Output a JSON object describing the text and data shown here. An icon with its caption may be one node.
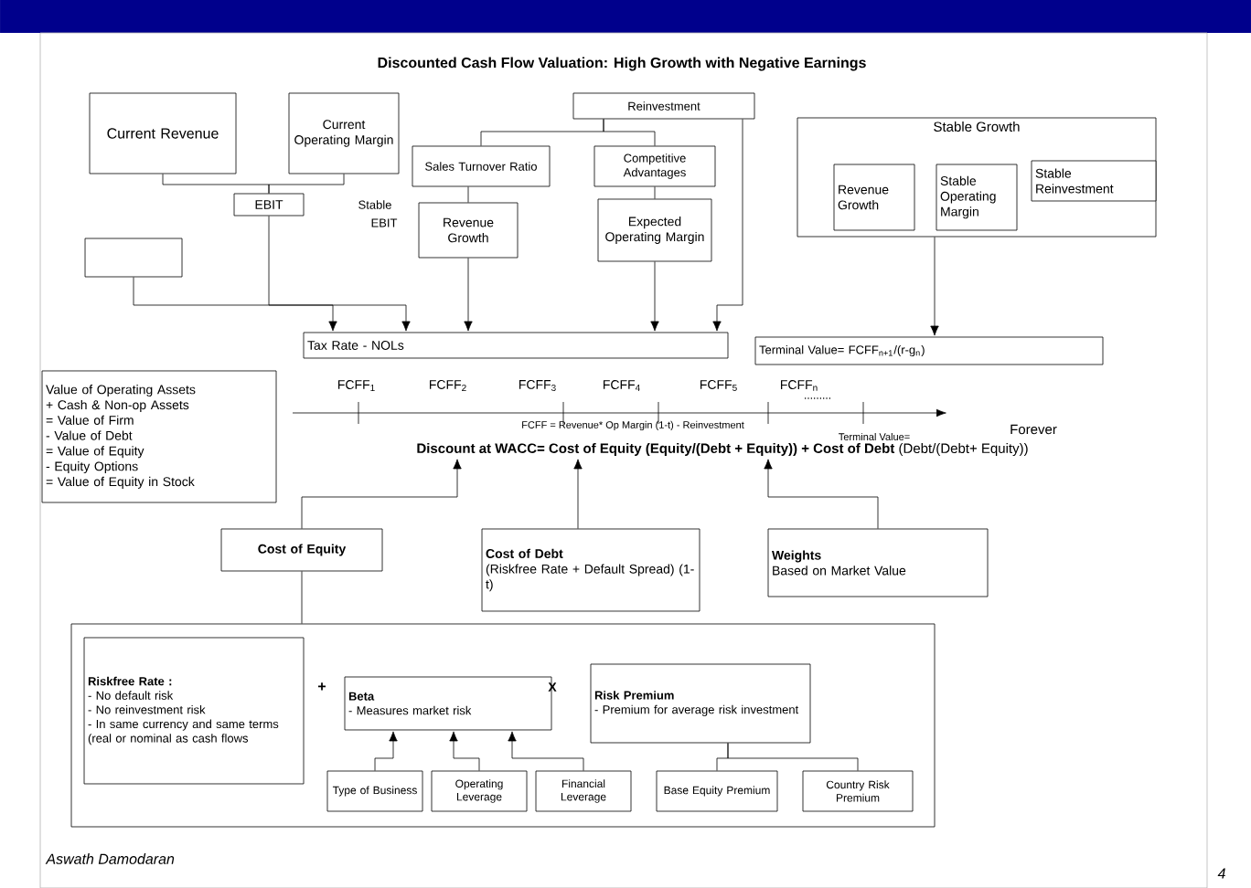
{
  "diagram": {
    "title": "Discounted Cash Flow Valuation: High Growth with Negative Earnings",
    "nodes": [
      {
        "text": [
          "Current Revenue"
        ]
      },
      {
        "text": [
          "Current Operating Margin"
        ]
      },
      {
        "text": [
          "Reinvestment"
        ]
      },
      {
        "text": [
          "Sales Turnover Ratio"
        ]
      },
      {
        "text": [
          "Competitive Advantages"
        ]
      },
      {
        "text": [
          "EBIT"
        ]
      },
      {
        "text": [
          "Revenue Growth"
        ]
      },
      {
        "text": [
          "Expected Operating Margin"
        ]
      },
      {
        "text": [],
        "shape": "box"
      },
      {
        "text": [
          "Stable Growth"
        ]
      },
      {
        "text": [
          "Revenue Growth"
        ],
        "in": 9
      },
      {
        "text": [
          "Stable Operating Margin"
        ],
        "in": 9
      },
      {
        "text": [
          "Stable Reinvestment"
        ],
        "in": 9
      },
      {
        "text": [
          "Tax Rate - NOLs"
        ]
      },
      {
        "text": [
          "Terminal Value= FCFF$_{n+1}$/(r-g$_{n}$)"
        ]
      },
      {
        "text": [
          "Value of Operating Assets",
          "+ Cash & Non-op Assets",
          "= Value of Firm",
          "- Value of Debt",
          "= Value of Equity",
          "- Equity Options",
          "= Value of Equity in Stock"
        ]
      },
      {
        "text": [
          "**Discount at WACC= Cost of Equity (Equity/(Debt + Equity)) + Cost of Debt** (Debt/(Debt+ Equity))"
        ]
      },
      {
        "text": [
          "Cost of Equity"
        ]
      },
      {
        "text": [
          "Cost of Debt",
          "(Riskfree Rate + Default Spread) (1-t)"
        ]
      },
      {
        "text": [
          "Weights",
          "Based on Market Value"
        ]
      },
      {
        "text": [],
        "shape": "box"
      },
      {
        "text": [
          "Riskfree Rate :",
          "- No default risk",
          "- No reinvestment risk",
          "- In same currency and same terms (real or nominal as cash flows"
        ],
        "in": 20
      },
      {
        "text": [
          "Beta",
          "- Measures market risk"
        ],
        "in": 20
      },
      {
        "text": [
          "Risk Premium",
          "- Premium for average risk investment"
        ],
        "in": 20
      },
      {
        "text": [
          "Type of Business"
        ],
        "in": 20
      },
      {
        "text": [
          "Operating Leverage"
        ],
        "in": 20
      },
      {
        "text": [
          "Financial Leverage"
        ],
        "in": 20
      },
      {
        "text": [
          "Base Equity Premium"
        ],
        "in": 20
      },
      {
        "text": [
          "Country Risk Premium"
        ],
        "in": 20
      }
    ],
    "edges": [
      {
        "from": 0,
        "to": 5,
        "arrow": "none"
      },
      {
        "from": 1,
        "to": 5,
        "arrow": "none"
      },
      {
        "from": 2,
        "to": 3,
        "arrow": "none"
      },
      {
        "from": 2,
        "to": 4,
        "arrow": "none"
      },
      {
        "from": 3,
        "to": 6,
        "arrow": "none"
      },
      {
        "from": 4,
        "to": 7,
        "arrow": "none"
      },
      {
        "from": 8,
        "to": 13,
        "arrow": "to"
      },
      {
        "from": 5,
        "to": 13,
        "arrow": "to"
      },
      {
        "from": 6,
        "to": 13,
        "arrow": "to"
      },
      {
        "from": 7,
        "to": 13,
        "arrow": "to"
      },
      {
        "from": 2,
        "to": 13,
        "arrow": "to"
      },
      {
        "from": 9,
        "to": 14,
        "arrow": "to"
      },
      {
        "from": 17,
        "to": 16,
        "arrow": "to"
      },
      {
        "from": 18,
        "to": 16,
        "arrow": "to"
      },
      {
        "from": 19,
        "to": 16,
        "arrow": "to"
      },
      {
        "from": 17,
        "to": 20,
        "arrow": "none"
      },
      {
        "from": 24,
        "to": 22,
        "arrow": "to"
      },
      {
        "from": 25,
        "to": 22,
        "arrow": "to"
      },
      {
        "from": 26,
        "to": 22,
        "arrow": "to"
      },
      {
        "from": 27,
        "to": 23,
        "arrow": "none"
      },
      {
        "from": 28,
        "to": 23,
        "arrow": "none"
      }
    ],
    "labels": [
      "Stable",
      "EBIT",
      "FCFF$_{1}$",
      "FCFF$_{2}$",
      "FCFF$_{3}$",
      "FCFF$_{4}$",
      "FCFF$_{5}$",
      "FCFF$_{n}$",
      ".........",
      "FCFF = Revenue* Op Margin (1-t) - Reinvestment",
      "Terminal Value=",
      "Forever",
      "+",
      "X",
      "Aswath Damodaran",
      "4"
    ]
  }
}
